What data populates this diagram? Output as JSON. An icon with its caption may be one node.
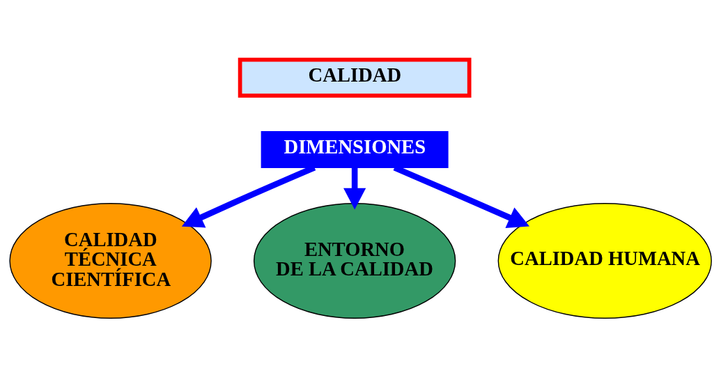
{
  "diagram": {
    "nodes": [
      {
        "text": [
          "CALIDAD"
        ]
      },
      {
        "text": [
          "DIMENSIONES"
        ]
      },
      {
        "text": [
          "CALIDAD TÉCNICA CIENTÍFICA"
        ]
      },
      {
        "text": [
          "ENTORNO DE LA CALIDAD"
        ]
      },
      {
        "text": [
          "CALIDAD HUMANA"
        ]
      }
    ],
    "edges": [
      {
        "from": 1,
        "to": 2,
        "arrow": "to"
      },
      {
        "from": 1,
        "to": 4,
        "arrow": "to"
      },
      {
        "from": 1,
        "to": 3,
        "arrow": "to"
      }
    ]
  }
}
